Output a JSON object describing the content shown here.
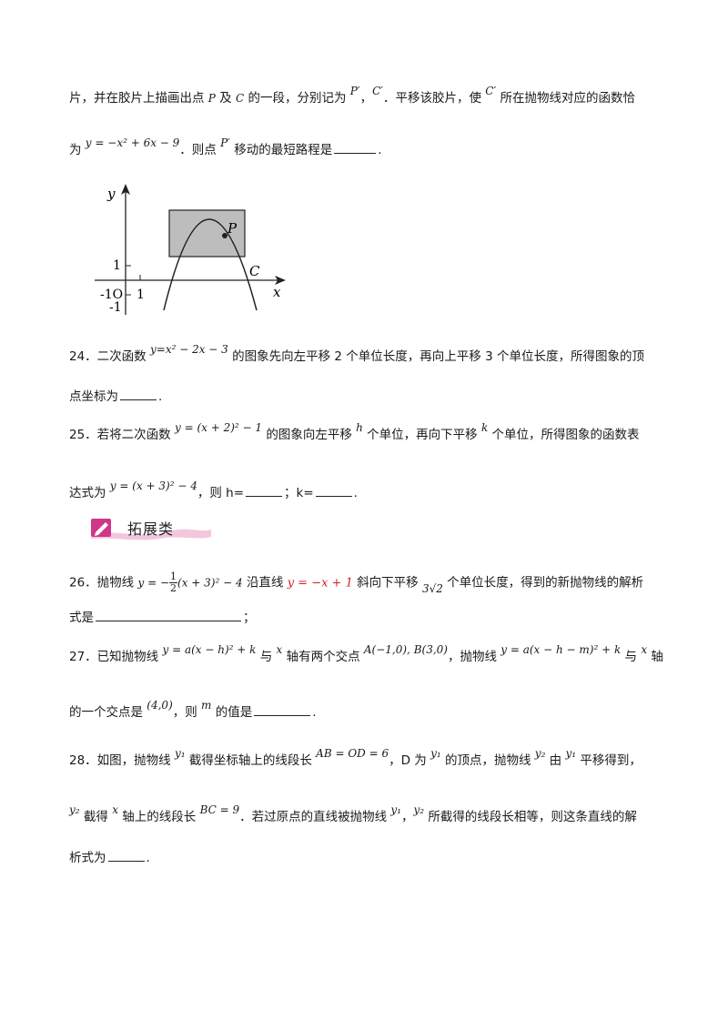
{
  "q23": {
    "line1": {
      "a": "片，并在胶片上描画出点 ",
      "p": "P",
      "b": " 及 ",
      "c": "C",
      "d": " 的一段，分别记为 ",
      "pp": "P′",
      "sep": "，",
      "cp": "C′",
      "e": "．平移该胶片，使 ",
      "cp2": "C′",
      "f": " 所在抛物线对应的函数恰"
    },
    "line2": {
      "a": "为 ",
      "eq": "y = −x² + 6x − 9",
      "b": "．则点 ",
      "pp": "P′",
      "c": " 移动的最短路程是",
      "end": "."
    }
  },
  "figure": {
    "y_label": "y",
    "x_label": "x",
    "p_label": "P",
    "c_label": "C",
    "tick_y1": "1",
    "tick_x1": "1",
    "origin": "-1O",
    "tick_ym1": "-1"
  },
  "q24": {
    "line1": {
      "num": "24．二次函数 ",
      "eq": "y=x² − 2x − 3",
      "rest": " 的图象先向左平移 2 个单位长度，再向上平移 3 个单位长度，所得图象的顶"
    },
    "line2": {
      "a": "点坐标为",
      "end": "."
    }
  },
  "q25": {
    "line1": {
      "num": "25．若将二次函数 ",
      "eq": "y = (x + 2)² − 1",
      "a": " 的图象向左平移 ",
      "h": "h",
      "b": " 个单位，再向下平移 ",
      "k": "k",
      "c": " 个单位，所得图象的函数表"
    },
    "line2": {
      "a": "达式为 ",
      "eq": "y = (x + 3)² − 4",
      "b": "，则 h=",
      "c": "；k=",
      "end": "."
    }
  },
  "section": {
    "label": "拓展类"
  },
  "q26": {
    "line1": {
      "num": "26．抛物线 ",
      "eq_a": "y = −",
      "frac_num": "1",
      "frac_den": "2",
      "eq_b": "(x + 3)² − 4",
      "a": " 沿直线 ",
      "red": "y = −x + 1",
      "b": " 斜向下平移 ",
      "dist": "3√2",
      "c": " 个单位长度，得到的新抛物线的解析"
    },
    "line2": {
      "a": "式是",
      "end": "；"
    }
  },
  "q27": {
    "line1": {
      "num": "27．已知抛物线 ",
      "eq1": "y = a(x − h)² + k",
      "a": " 与 ",
      "x": "x",
      "b": " 轴有两个交点 ",
      "pts": "A(−1,0), B(3,0)",
      "c": "，抛物线 ",
      "eq2": "y = a(x − h − m)² + k",
      "d": " 与 ",
      "x2": "x",
      "e": " 轴"
    },
    "line2": {
      "a": "的一个交点是 ",
      "pt": "(4,0)",
      "b": "，则 ",
      "m": "m",
      "c": " 的值是",
      "end": "."
    }
  },
  "q28": {
    "line1": {
      "num": "28．如图，抛物线 ",
      "y1": "y₁",
      "a": " 截得坐标轴上的线段长 ",
      "eq": "AB = OD = 6",
      "b": "，D 为 ",
      "y1b": "y₁",
      "c": " 的顶点，抛物线 ",
      "y2": "y₂",
      "d": " 由 ",
      "y1c": "y₁",
      "e": " 平移得到，"
    },
    "line2": {
      "y2": "y₂",
      "a": " 截得 ",
      "x": "x",
      "b": " 轴上的线段长 ",
      "eq": "BC = 9",
      "c": "．若过原点的直线被抛物线 ",
      "y1": "y₁",
      "sep": "，",
      "y2b": "y₂",
      "d": " 所截得的线段长相等，则这条直线的解"
    },
    "line3": {
      "a": "析式为",
      "end": "."
    }
  }
}
